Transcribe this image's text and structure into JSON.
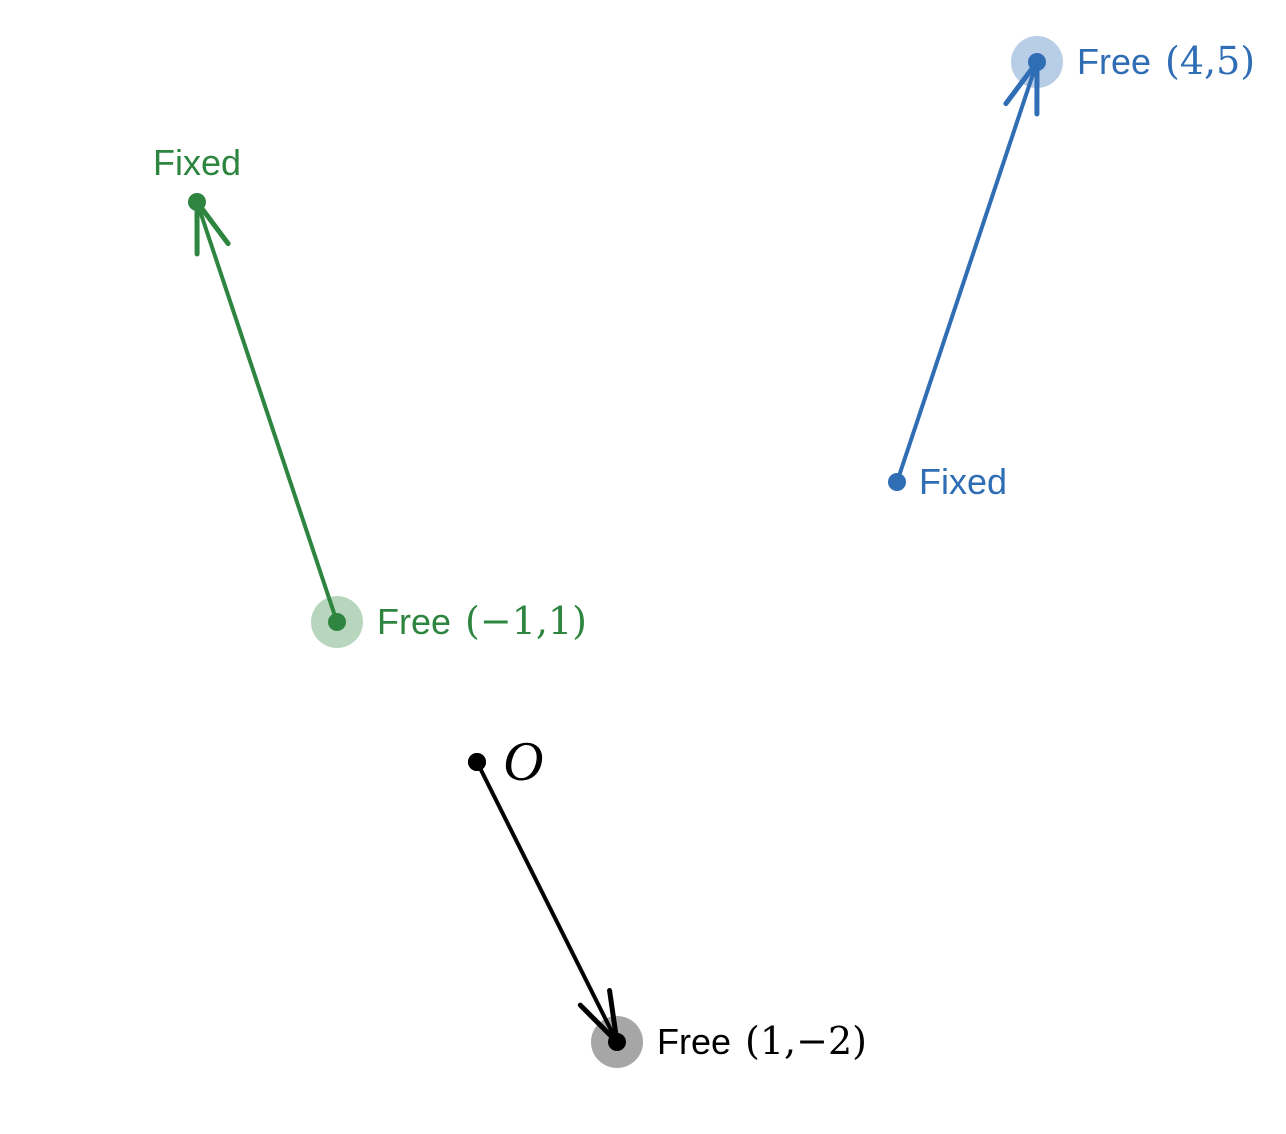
{
  "origin": {
    "x": 0,
    "y": 0,
    "label": "O",
    "color": "#000000"
  },
  "vectors": [
    {
      "id": "black",
      "color": "#000000",
      "halo": "#a6a6a6",
      "tail": {
        "x": 0,
        "y": 0
      },
      "tip": {
        "x": 1,
        "y": -2
      },
      "free_end": "tip",
      "free_label": "Free",
      "free_coords": "(1,−2)"
    },
    {
      "id": "green",
      "color": "#2e8540",
      "halo": "#b7d6bd",
      "tail": {
        "x": -1,
        "y": 1
      },
      "tip": {
        "x": -2,
        "y": 4
      },
      "free_end": "tail",
      "free_label": "Free",
      "free_coords": "(−1,1)",
      "fixed_label": "Fixed"
    },
    {
      "id": "blue",
      "color": "#2f6db5",
      "halo": "#b8cde6",
      "tail": {
        "x": 3,
        "y": 2
      },
      "tip": {
        "x": 4,
        "y": 5
      },
      "free_end": "tip",
      "free_label": "Free",
      "free_coords": "(4,5)",
      "fixed_label": "Fixed"
    }
  ]
}
